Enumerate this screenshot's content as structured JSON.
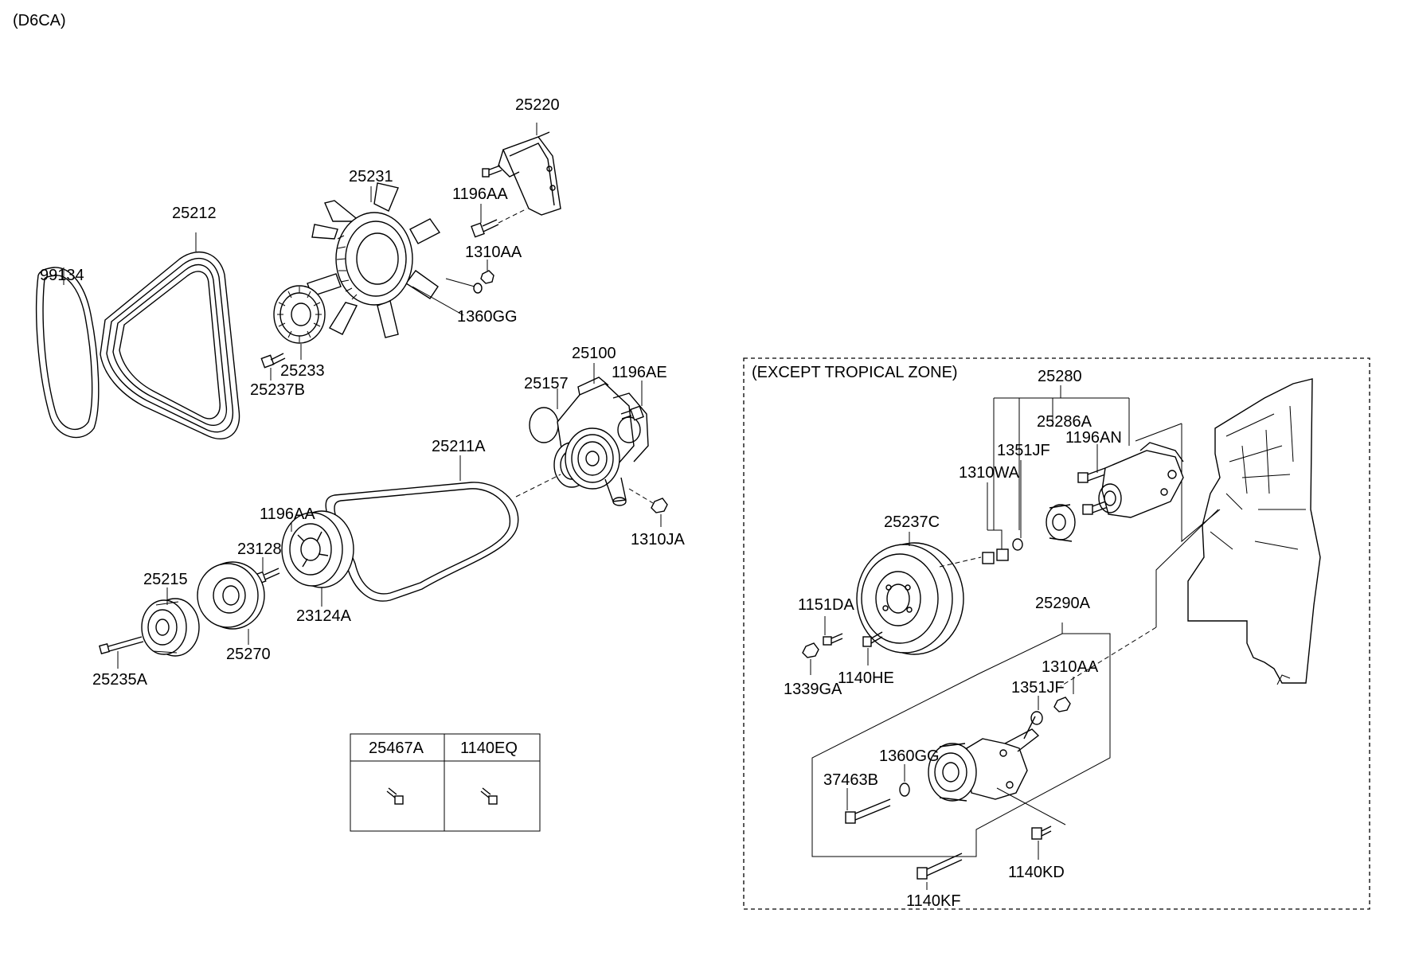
{
  "diagram": {
    "engine_code": "(D6CA)",
    "zone_title": "(EXCEPT TROPICAL ZONE)",
    "part_labels": {
      "p25220": "25220",
      "p1196AA_top": "1196AA",
      "p1310AA_top": "1310AA",
      "p1360GG_top": "1360GG",
      "p25231": "25231",
      "p25212": "25212",
      "p99134": "99134",
      "p25233": "25233",
      "p25237B": "25237B",
      "p25100": "25100",
      "p25157": "25157",
      "p1196AE": "1196AE",
      "p25211A": "25211A",
      "p1310JA": "1310JA",
      "p1196AA_mid": "1196AA",
      "p23128": "23128",
      "p25215": "25215",
      "p23124A": "23124A",
      "p25270": "25270",
      "p25235A": "25235A",
      "p25280": "25280",
      "p25286A": "25286A",
      "p1351JF_top": "1351JF",
      "p1196AN": "1196AN",
      "p1310WA": "1310WA",
      "p25237C": "25237C",
      "p1151DA": "1151DA",
      "p1339GA": "1339GA",
      "p1140HE": "1140HE",
      "p25290A": "25290A",
      "p1310AA_low": "1310AA",
      "p1351JF_low": "1351JF",
      "p1360GG_low": "1360GG",
      "p37463B": "37463B",
      "p1140KD": "1140KD",
      "p1140KF": "1140KF"
    },
    "table": {
      "col1_header": "25467A",
      "col2_header": "1140EQ"
    }
  }
}
